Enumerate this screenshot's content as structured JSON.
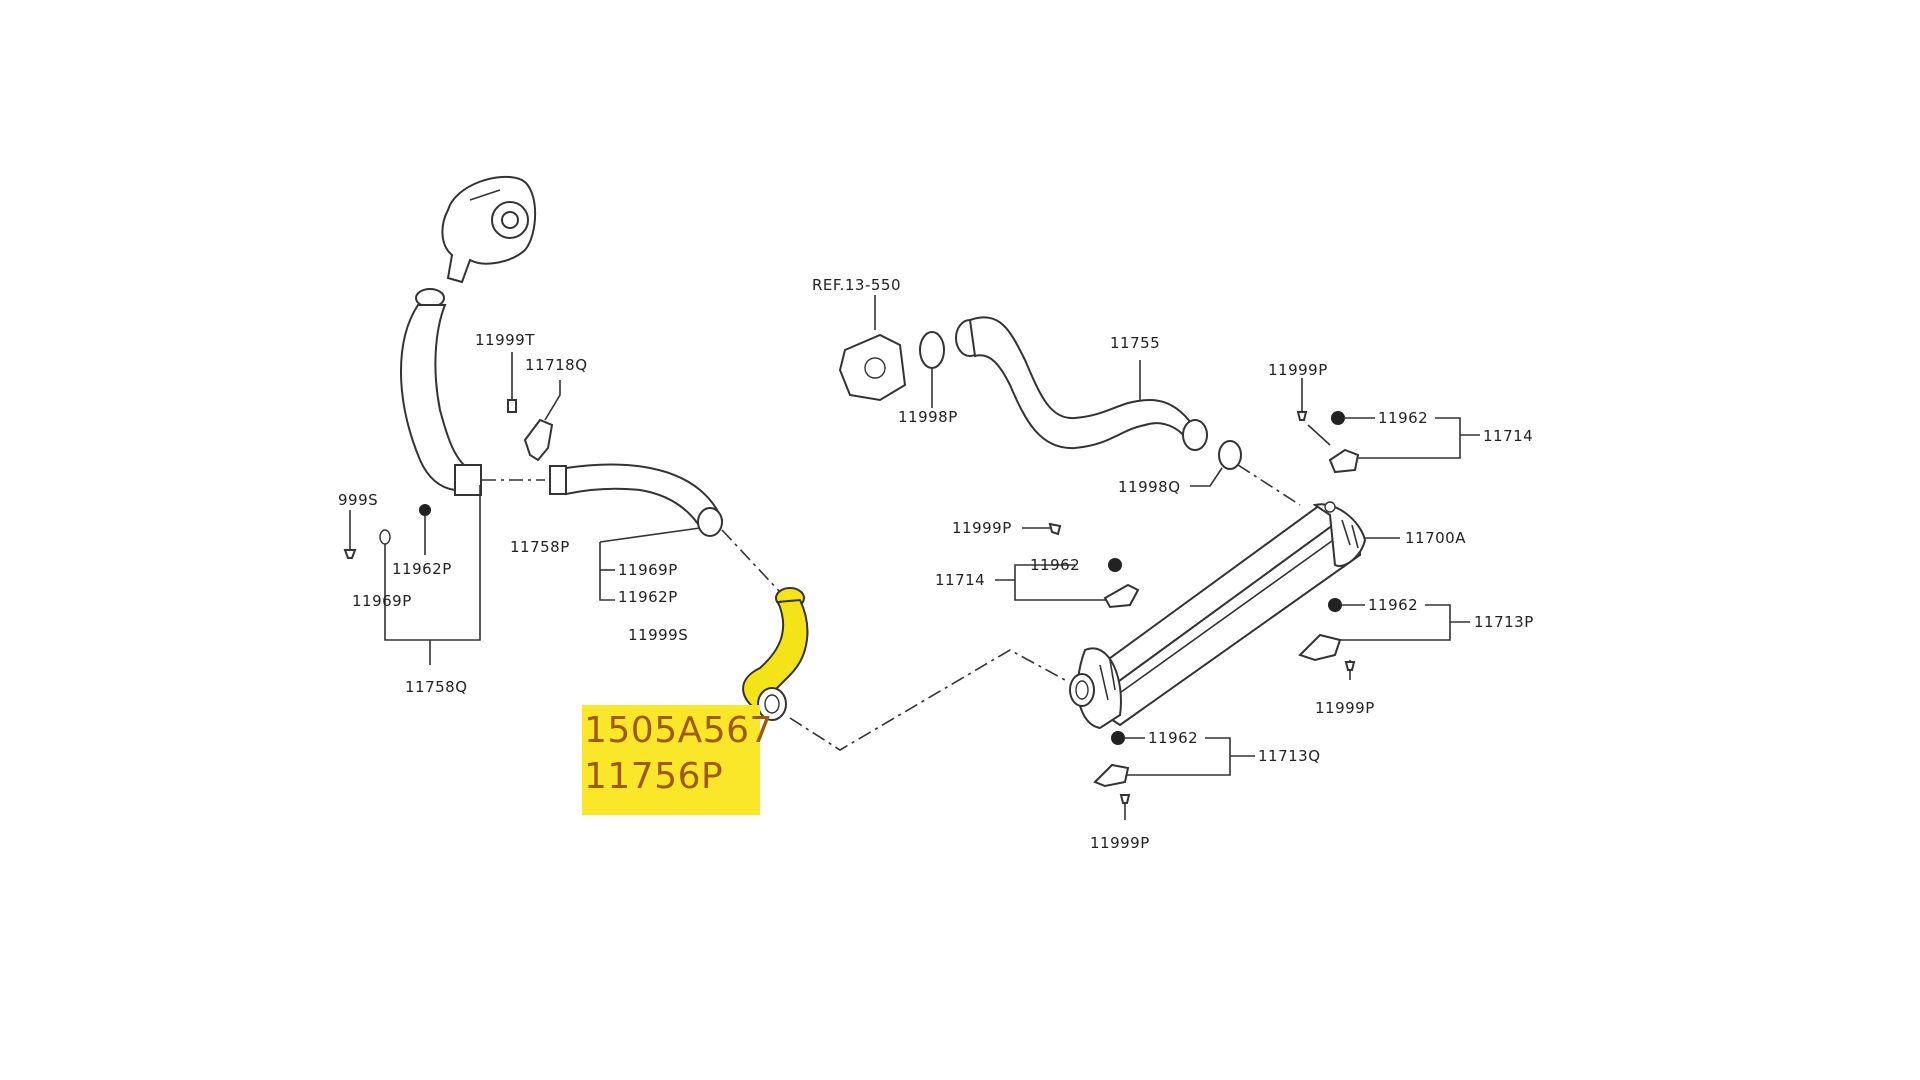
{
  "diagram": {
    "labels": {
      "ref_13_550": "REF.13-550",
      "p11755": "11755",
      "p11999T": "11999T",
      "p11718Q": "11718Q",
      "p11998P": "11998P",
      "p11999P_top": "11999P",
      "p11962_top": "11962",
      "p11714_right": "11714",
      "p999S": "999S",
      "p11962P_left": "11962P",
      "p11758P": "11758P",
      "p11969P_mid": "11969P",
      "p11962P_mid": "11962P",
      "p11999S": "11999S",
      "p11969P_left": "11969P",
      "p11758Q": "11758Q",
      "p11998Q": "11998Q",
      "p11999P_mid": "11999P",
      "p11700A": "11700A",
      "p11714_left": "11714",
      "p11962_mid": "11962",
      "p11962_right": "11962",
      "p11713P": "11713P",
      "p11999P_right": "11999P",
      "p11962_low": "11962",
      "p11713Q": "11713Q",
      "p11999P_bottom": "11999P"
    },
    "highlight": {
      "part_number": "1505A567",
      "ref_code": "11756P",
      "color": "#fbe72a"
    }
  }
}
